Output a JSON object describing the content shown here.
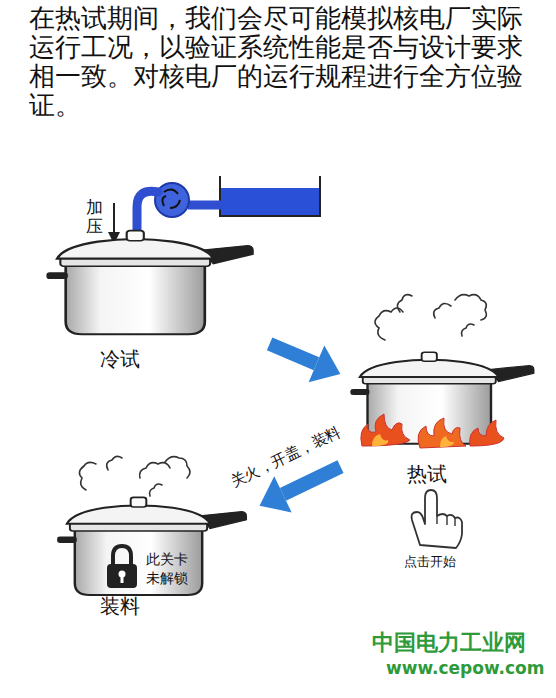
{
  "diagram": {
    "title": "在热试期间，我们会尽可能模拟核电厂实际运行工况，以验证系统性能是否与设计要求相一致。对核电厂的运行规程进行全方位验证。",
    "nodes": [
      {
        "text": [
          "冷试"
        ]
      },
      {
        "text": [
          "热试"
        ]
      },
      {
        "text": [
          "装料"
        ]
      }
    ],
    "edges": [
      {
        "from": 0,
        "to": 1,
        "arrow": "to"
      },
      {
        "from": 1,
        "to": 2,
        "label": "关火，开盖，装料",
        "arrow": "to"
      }
    ],
    "labels": [
      "加压",
      "此关卡 未解锁",
      "点击开始",
      "中国电力工业网",
      "www.cepow.com"
    ]
  }
}
